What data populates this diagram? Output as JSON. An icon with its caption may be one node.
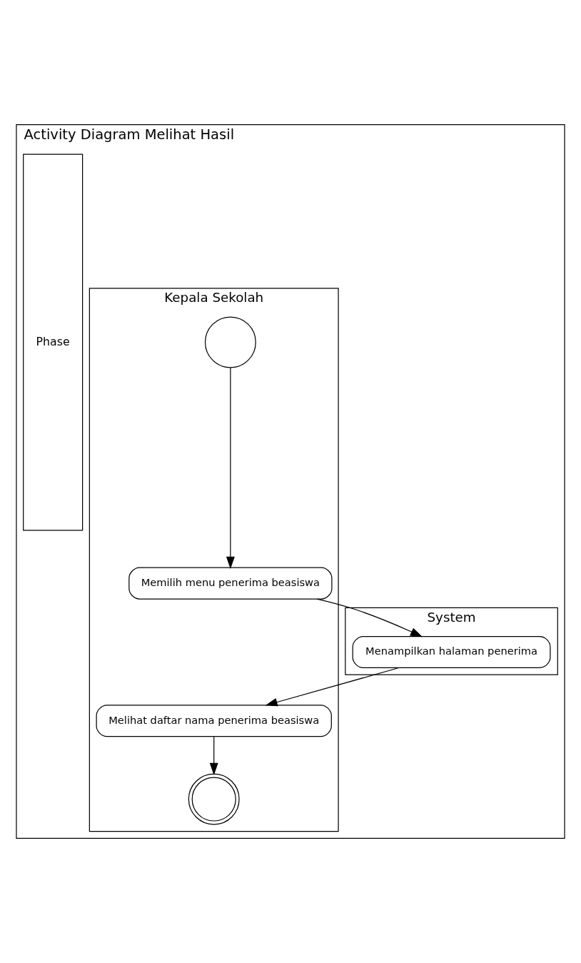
{
  "diagram": {
    "nodes": [
      {
        "text": [
          "Activity Diagram Melihat Hasil"
        ]
      },
      {
        "text": [
          "Phase"
        ],
        "in": 0
      },
      {
        "text": [
          "Kepala Sekolah"
        ],
        "in": 0
      },
      {
        "text": [
          "System"
        ],
        "in": 0
      },
      {
        "text": [],
        "shape": "circle",
        "in": 2
      },
      {
        "text": [
          "Memilih menu penerima beasiswa"
        ],
        "in": 2
      },
      {
        "text": [
          "Menampilkan halaman penerima"
        ],
        "in": 3
      },
      {
        "text": [
          "Melihat daftar nama penerima beasiswa"
        ],
        "in": 2
      },
      {
        "text": [],
        "shape": "doublecircle",
        "in": 2
      }
    ],
    "edges": [
      {
        "from": 4,
        "to": 5,
        "arrow": "to"
      },
      {
        "from": 5,
        "to": 6,
        "arrow": "to"
      },
      {
        "from": 6,
        "to": 7,
        "arrow": "to"
      },
      {
        "from": 7,
        "to": 8,
        "arrow": "to"
      }
    ]
  }
}
